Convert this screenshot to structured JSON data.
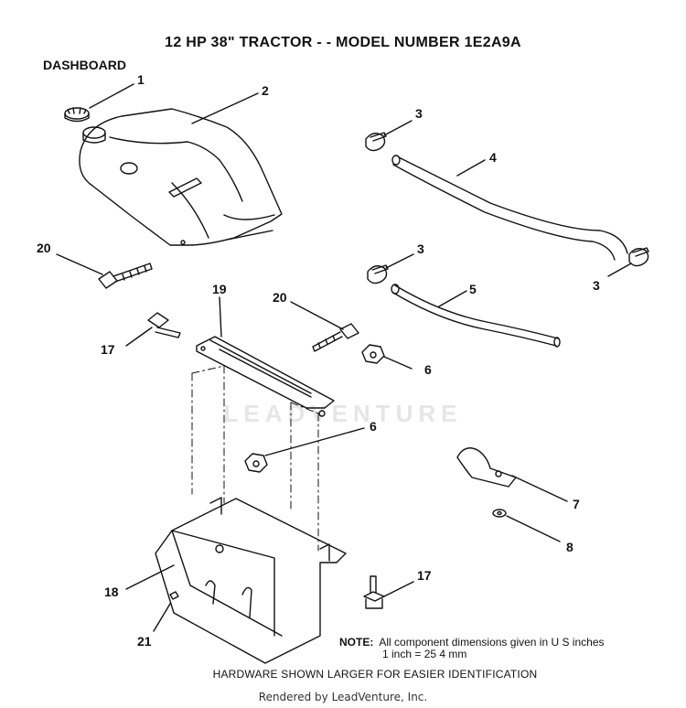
{
  "title": "12 HP 38\" TRACTOR - - MODEL NUMBER 1E2A9A",
  "section_label": "DASHBOARD",
  "watermark": "LEADVENTURE",
  "callouts": {
    "c1": "1",
    "c2": "2",
    "c3a": "3",
    "c3b": "3",
    "c3c": "3",
    "c4": "4",
    "c5": "5",
    "c6a": "6",
    "c6b": "6",
    "c7": "7",
    "c8": "8",
    "c17a": "17",
    "c17b": "17",
    "c18": "18",
    "c19": "19",
    "c20a": "20",
    "c20b": "20",
    "c21": "21"
  },
  "note": {
    "label": "NOTE:",
    "line1": "All component dimensions given in U S  inches",
    "line2": "1 inch = 25 4 mm"
  },
  "hardware_note": "HARDWARE SHOWN LARGER FOR EASIER IDENTIFICATION",
  "rendered_by": "Rendered by LeadVenture, Inc."
}
